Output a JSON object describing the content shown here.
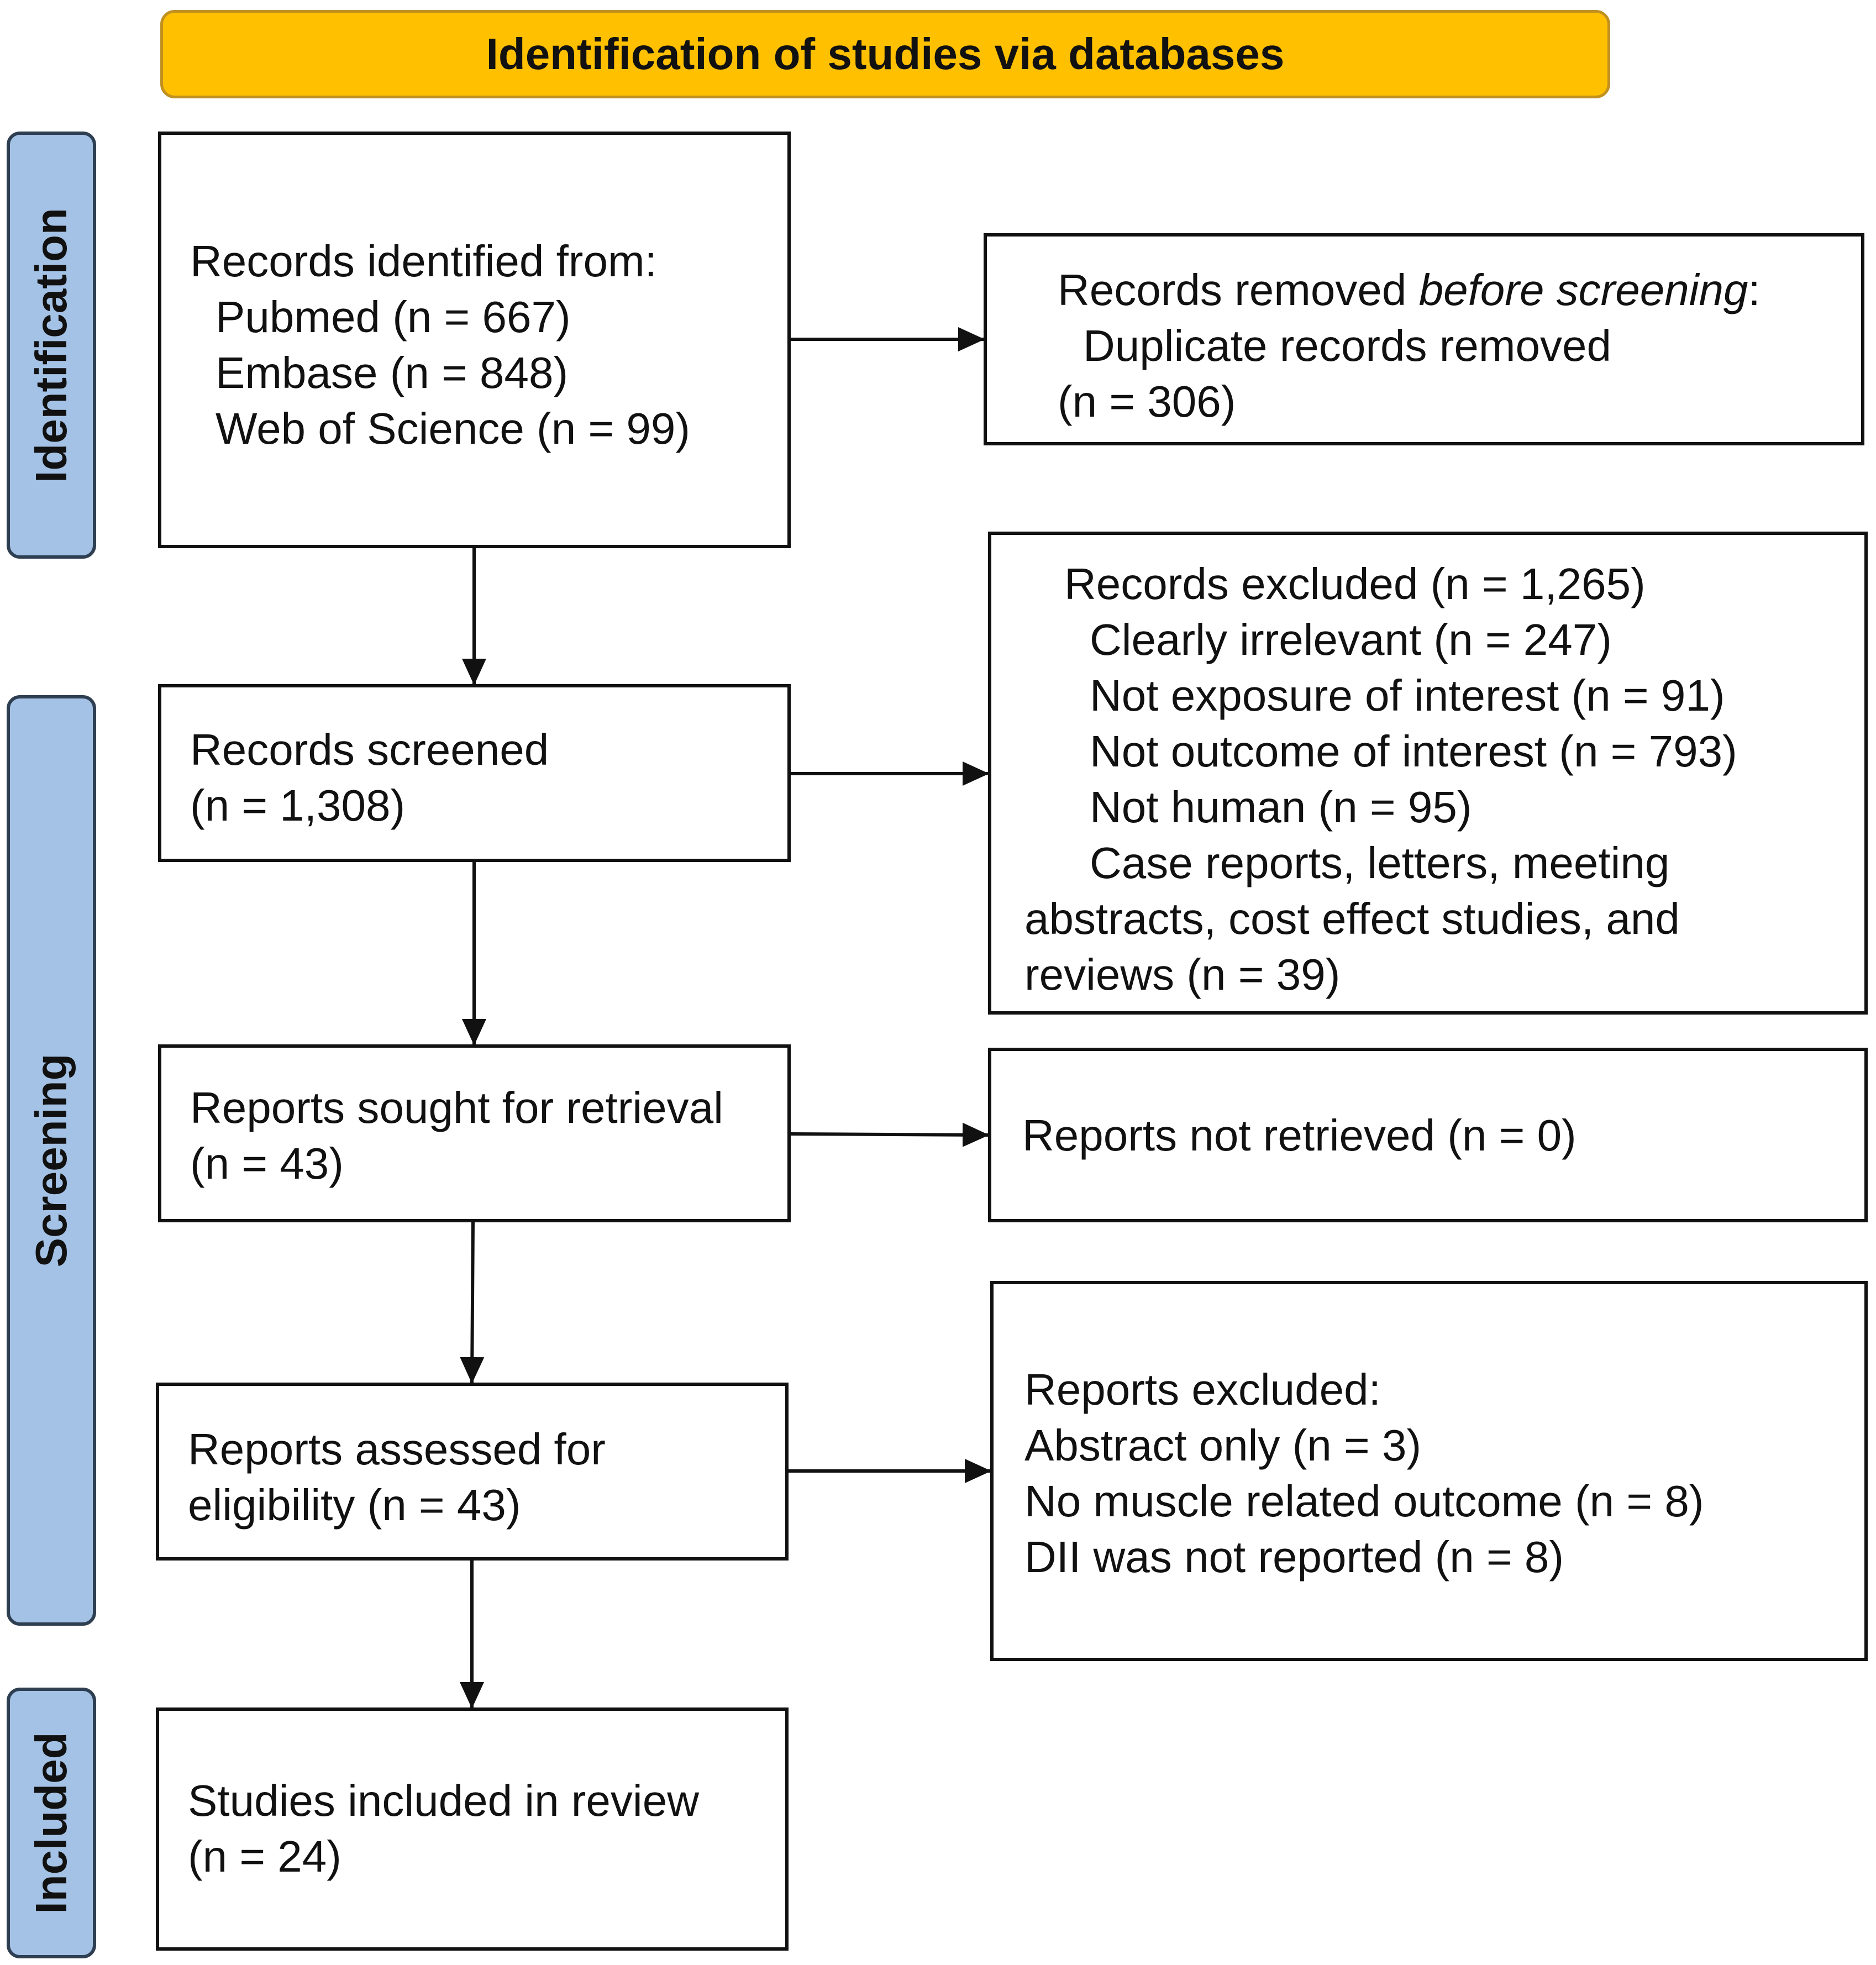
{
  "header": {
    "title": "Identification of studies via databases"
  },
  "phases": {
    "identification": "Identification",
    "screening": "Screening",
    "included": "Included"
  },
  "boxes": {
    "identified": {
      "heading": "Records identified from:",
      "sources": [
        "Pubmed (n = 667)",
        "Embase (n = 848)",
        "Web of Science (n = 99)"
      ]
    },
    "removed": {
      "line1_prefix": "Records removed ",
      "line1_emph": "before screening",
      "line1_suffix": ":",
      "line2": "Duplicate records removed",
      "line3": "(n = 306)"
    },
    "screened": {
      "line1": "Records screened",
      "line2": "(n = 1,308)"
    },
    "excluded": {
      "heading": "Records excluded (n = 1,265)",
      "items": [
        "Clearly irrelevant (n = 247)",
        "Not exposure of interest (n = 91)",
        "Not outcome of interest (n = 793)",
        "Not human (n = 95)",
        "Case reports, letters, meeting"
      ],
      "continuation": [
        "abstracts, cost effect studies, and",
        "reviews (n = 39)"
      ]
    },
    "sought": {
      "line1": "Reports sought for retrieval",
      "line2": "(n = 43)"
    },
    "not_retrieved": {
      "line1": "Reports not retrieved (n = 0)"
    },
    "assessed": {
      "line1": "Reports assessed for",
      "line2": "eligibility (n = 43)"
    },
    "reports_excluded": {
      "heading": "Reports excluded:",
      "items": [
        "Abstract only (n = 3)",
        "No muscle related outcome (n = 8)",
        "DII was not reported (n = 8)"
      ]
    },
    "included": {
      "line1": "Studies included in review",
      "line2": "(n = 24)"
    }
  }
}
